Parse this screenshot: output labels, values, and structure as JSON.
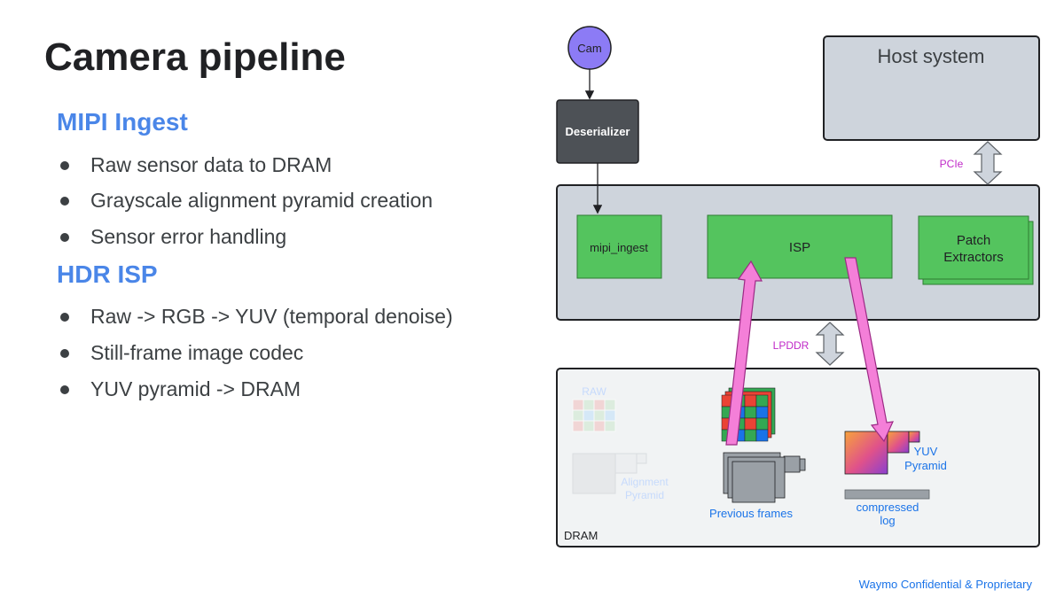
{
  "slide": {
    "title": "Camera pipeline",
    "sections": [
      {
        "heading": "MIPI Ingest",
        "bullets": [
          "Raw sensor data to DRAM",
          "Grayscale alignment pyramid creation",
          "Sensor error handling"
        ]
      },
      {
        "heading": "HDR ISP",
        "bullets": [
          "Raw -> RGB -> YUV (temporal denoise)",
          "Still-frame image codec",
          "YUV pyramid -> DRAM"
        ]
      }
    ],
    "footer": "Waymo Confidential & Proprietary"
  },
  "diagram": {
    "cam": "Cam",
    "deserializer": "Deserializer",
    "host_system": "Host system",
    "pcie": "PCIe",
    "lpddr": "LPDDR",
    "dram": "DRAM",
    "mipi_ingest": "mipi_ingest",
    "isp": "ISP",
    "patch_extractors_line1": "Patch",
    "patch_extractors_line2": "Extractors",
    "raw": "RAW",
    "alignment_pyramid_line1": "Alignment",
    "alignment_pyramid_line2": "Pyramid",
    "previous_frames": "Previous frames",
    "yuv_line1": "YUV",
    "yuv_line2": "Pyramid",
    "compressed_log_line1": "compressed",
    "compressed_log_line2": "log"
  },
  "colors": {
    "heading_blue": "#4a86e8",
    "block_green": "#54c45e",
    "chip_gray": "#ced4dc",
    "dram_bg": "#f1f3f4",
    "pink_arrow": "#f47fd8",
    "cam_purple": "#8c7bf5",
    "label_magenta": "#c02ac8",
    "label_blue": "#1a73e8"
  }
}
